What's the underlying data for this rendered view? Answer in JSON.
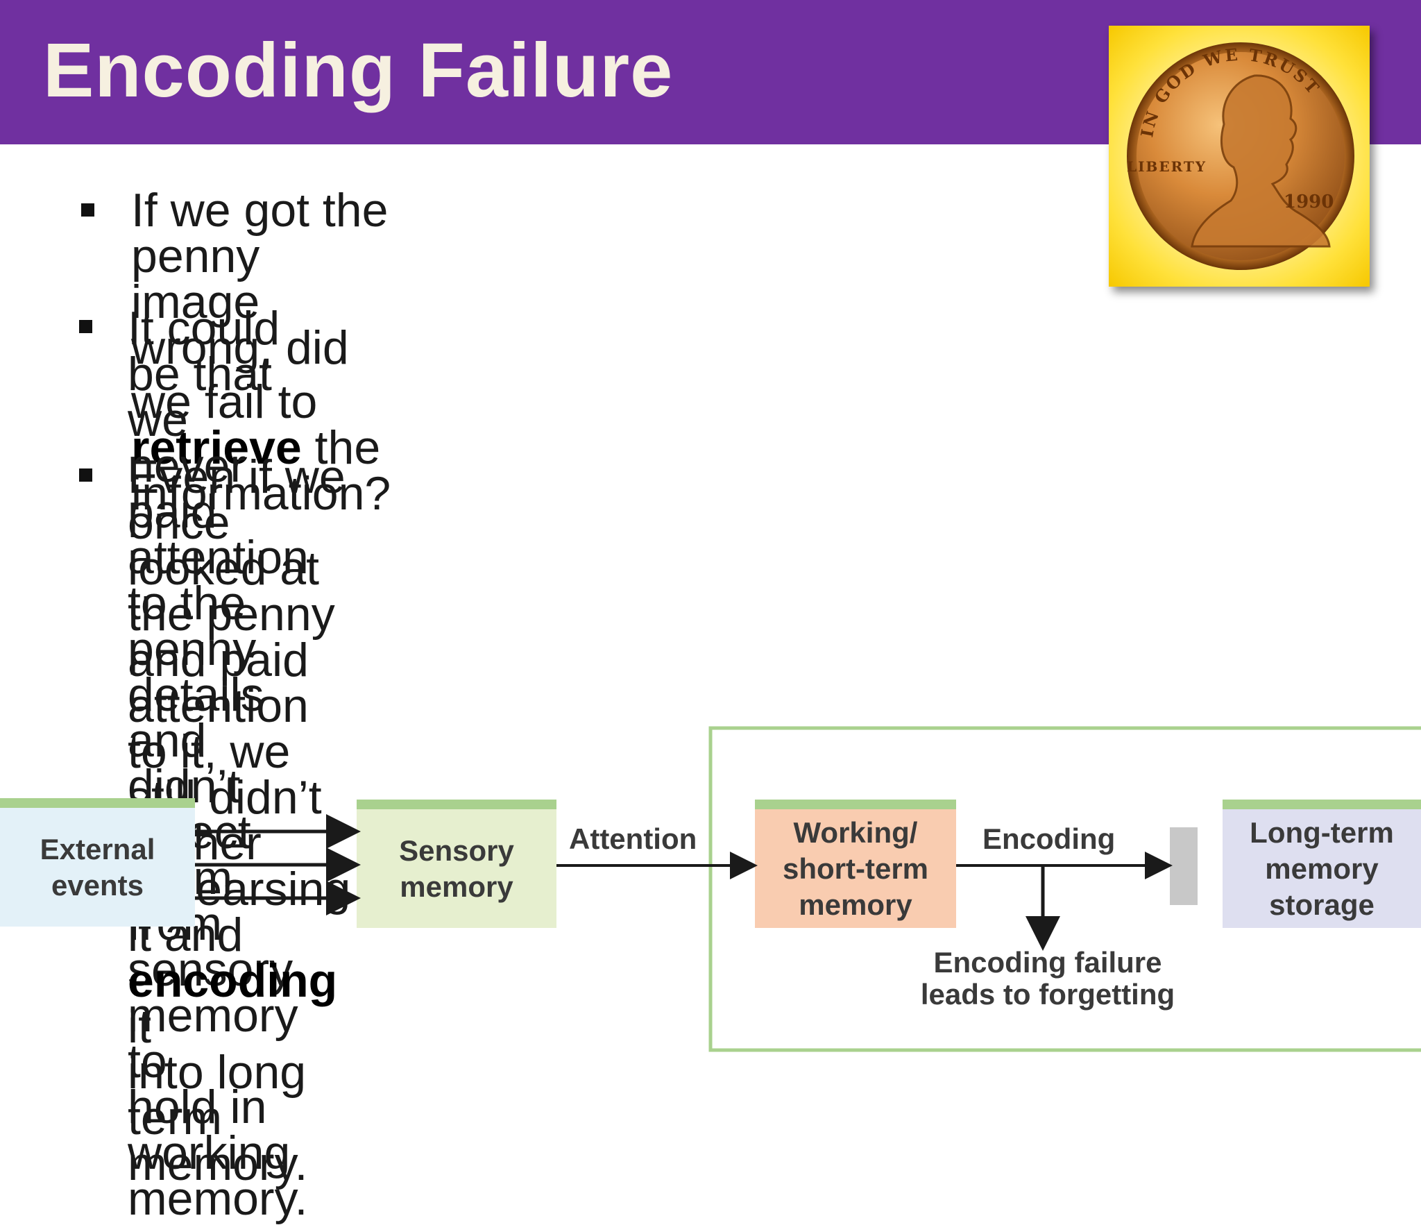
{
  "slide": {
    "title": "Encoding Failure"
  },
  "penny": {
    "motto": "IN GOD WE TRUST",
    "liberty": "LIBERTY",
    "year": "1990"
  },
  "bullets": [
    {
      "parts": [
        "If we got the penny image wrong, did",
        "we fail to ",
        "retrieve",
        " the information?"
      ]
    },
    {
      "lines": [
        "It could be that we never paid attention to the penny",
        "details and didn’t select them from sensory memory to",
        "hold in working memory."
      ]
    },
    {
      "parts": [
        "Even if we once looked at the penny and paid attention",
        "to it, we still didn’t bother rehearsing it and ",
        "encoding",
        " it",
        "into long term memory."
      ]
    }
  ],
  "diagram": {
    "boxes": {
      "external_events": "External events",
      "sensory_memory": "Sensory memory",
      "working_memory": "Working/ short-term memory",
      "long_term_memory": "Long-term memory storage"
    },
    "labels": {
      "attention": "Attention",
      "encoding": "Encoding",
      "encoding_failure": "Encoding failure leads to forgetting"
    },
    "colors": {
      "external_events": "#e3f1f8",
      "sensory_memory": "#e6efcf",
      "working_memory": "#f9ccb0",
      "long_term_memory": "#dedff0",
      "box_top_stripe": "#a9d18e",
      "frame": "#a9d18e"
    }
  }
}
